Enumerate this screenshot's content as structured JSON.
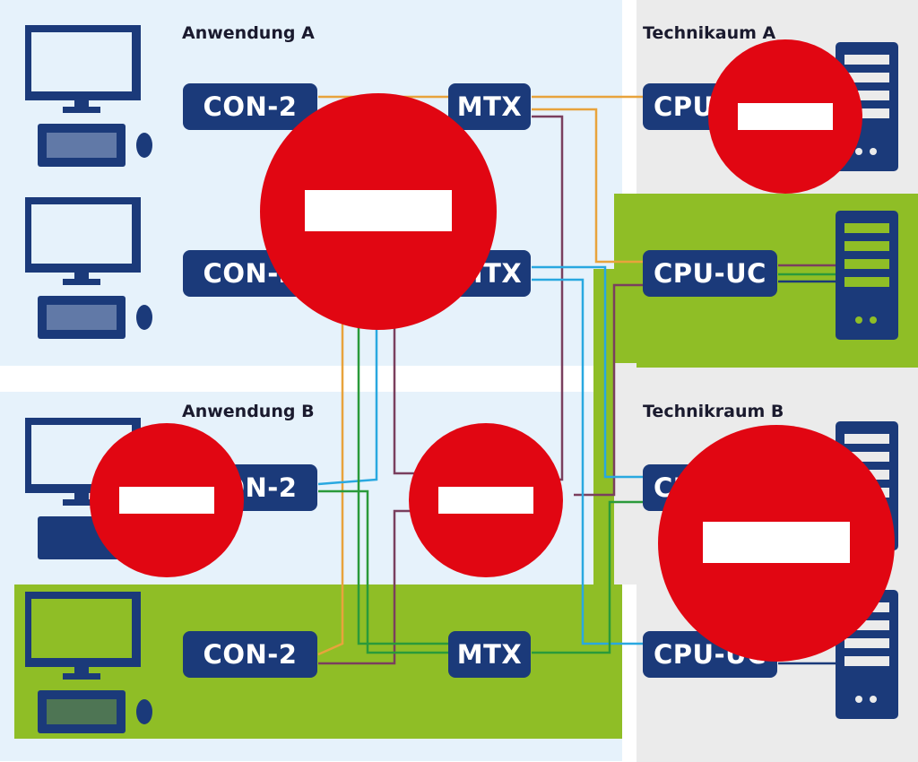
{
  "zones": {
    "app_a": "Anwendung A",
    "app_b": "Anwendung B",
    "tech_a": "Technikaum A",
    "tech_b": "Technikraum B"
  },
  "boxes": {
    "con_a1": "CON-2",
    "con_a2": "CON-2",
    "con_b1": "CON-2",
    "con_b2": "CON-2",
    "mtx_a1": "MTX",
    "mtx_a2": "MTX",
    "mtx_b2": "MTX",
    "cpu_a1": "CPU",
    "cpu_uc_right": "CPU-UC",
    "cpu_b1": "CPU",
    "cpu_uc_b2": "CPU-UC"
  },
  "colors": {
    "navy": "#1b3a7a",
    "green_zone": "#8fbe26",
    "app_zone": "#e6f2fb",
    "tech_zone": "#ebebeb",
    "block_red": "#e10612",
    "orange_line": "#e8a33c",
    "purple_line": "#7a3f5e",
    "cyan_line": "#29a8e0",
    "green_line": "#2a9a3a"
  },
  "icons": [
    "monitor-icon",
    "keyboard-icon",
    "mouse-icon",
    "server-tower-icon",
    "no-entry-icon"
  ]
}
